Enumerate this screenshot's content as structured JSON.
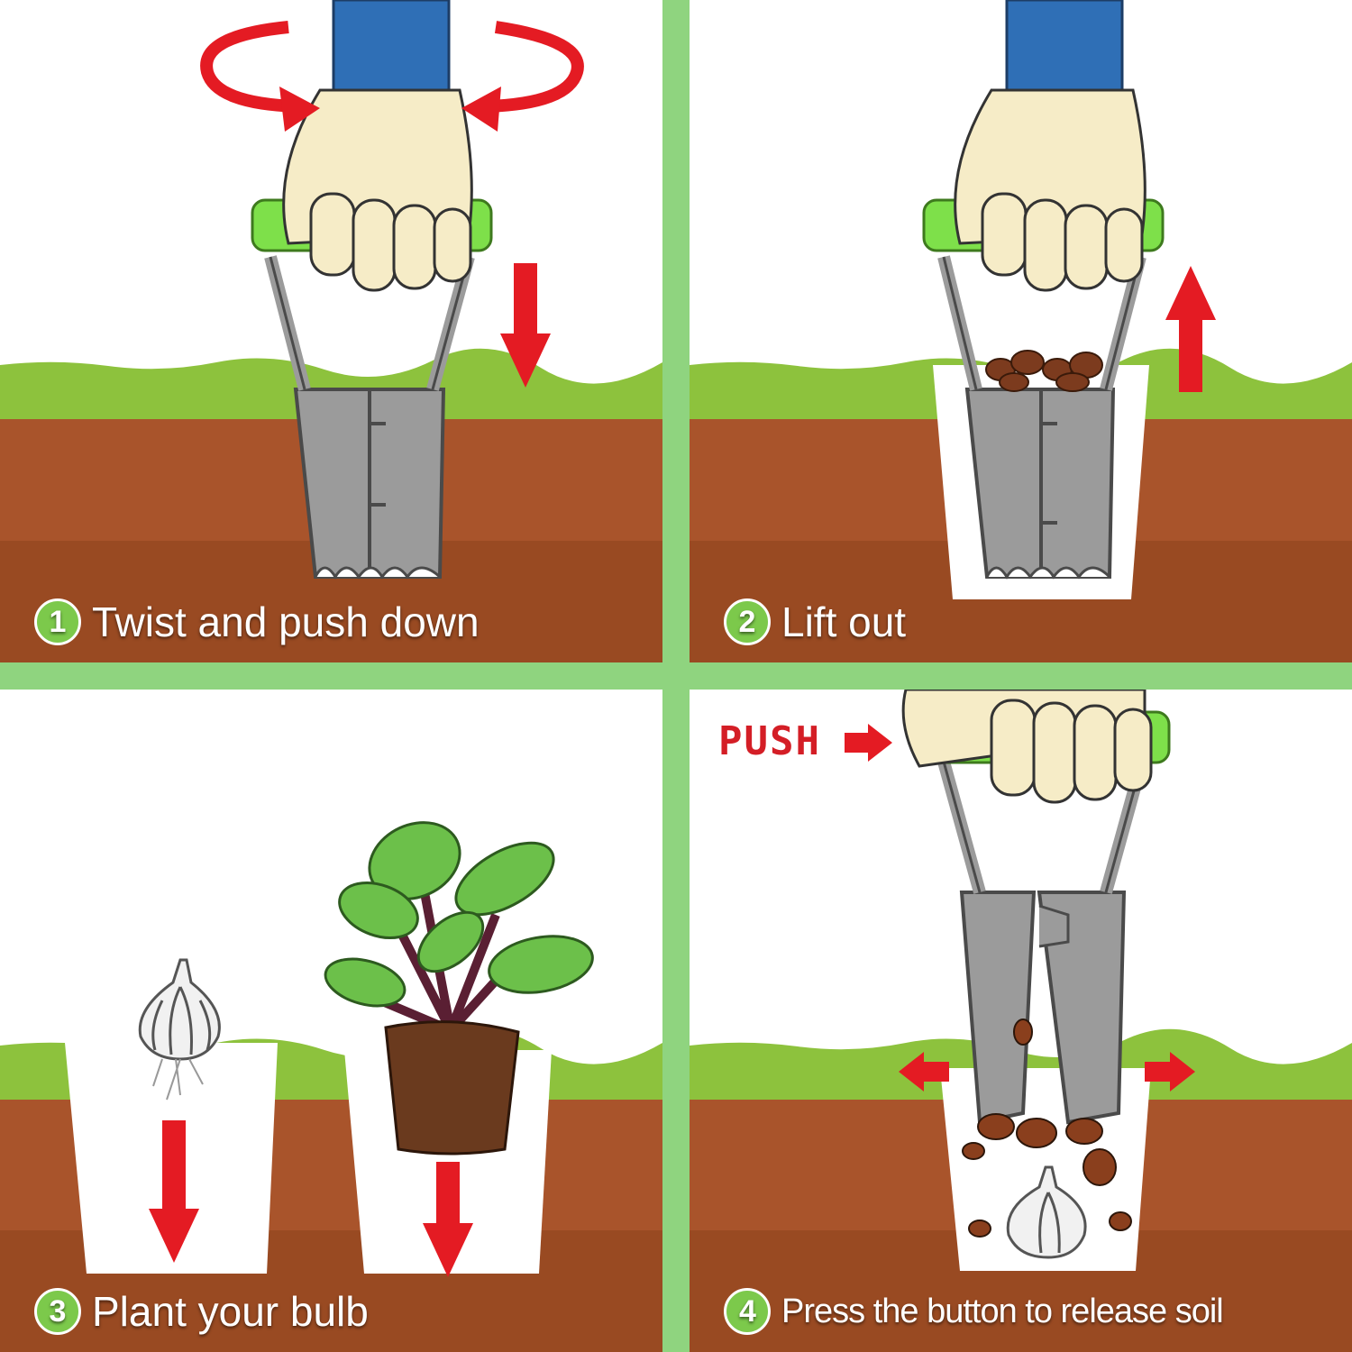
{
  "steps": [
    {
      "number": "1",
      "label": "Twist and push down"
    },
    {
      "number": "2",
      "label": "Lift out"
    },
    {
      "number": "3",
      "label": "Plant your bulb"
    },
    {
      "number": "4",
      "label": "Press the button to release soil"
    }
  ],
  "push_label": "PUSH",
  "colors": {
    "grass": "#8dc23d",
    "soil": "#a9542b",
    "soil_dark": "#7c3b1e",
    "tool": "#9b9b9b",
    "handle": "#7ee04a",
    "arrow": "#e41b23",
    "sleeve": "#2f6fb6",
    "skin": "#f6ecc7",
    "badge": "#7cc94b"
  }
}
